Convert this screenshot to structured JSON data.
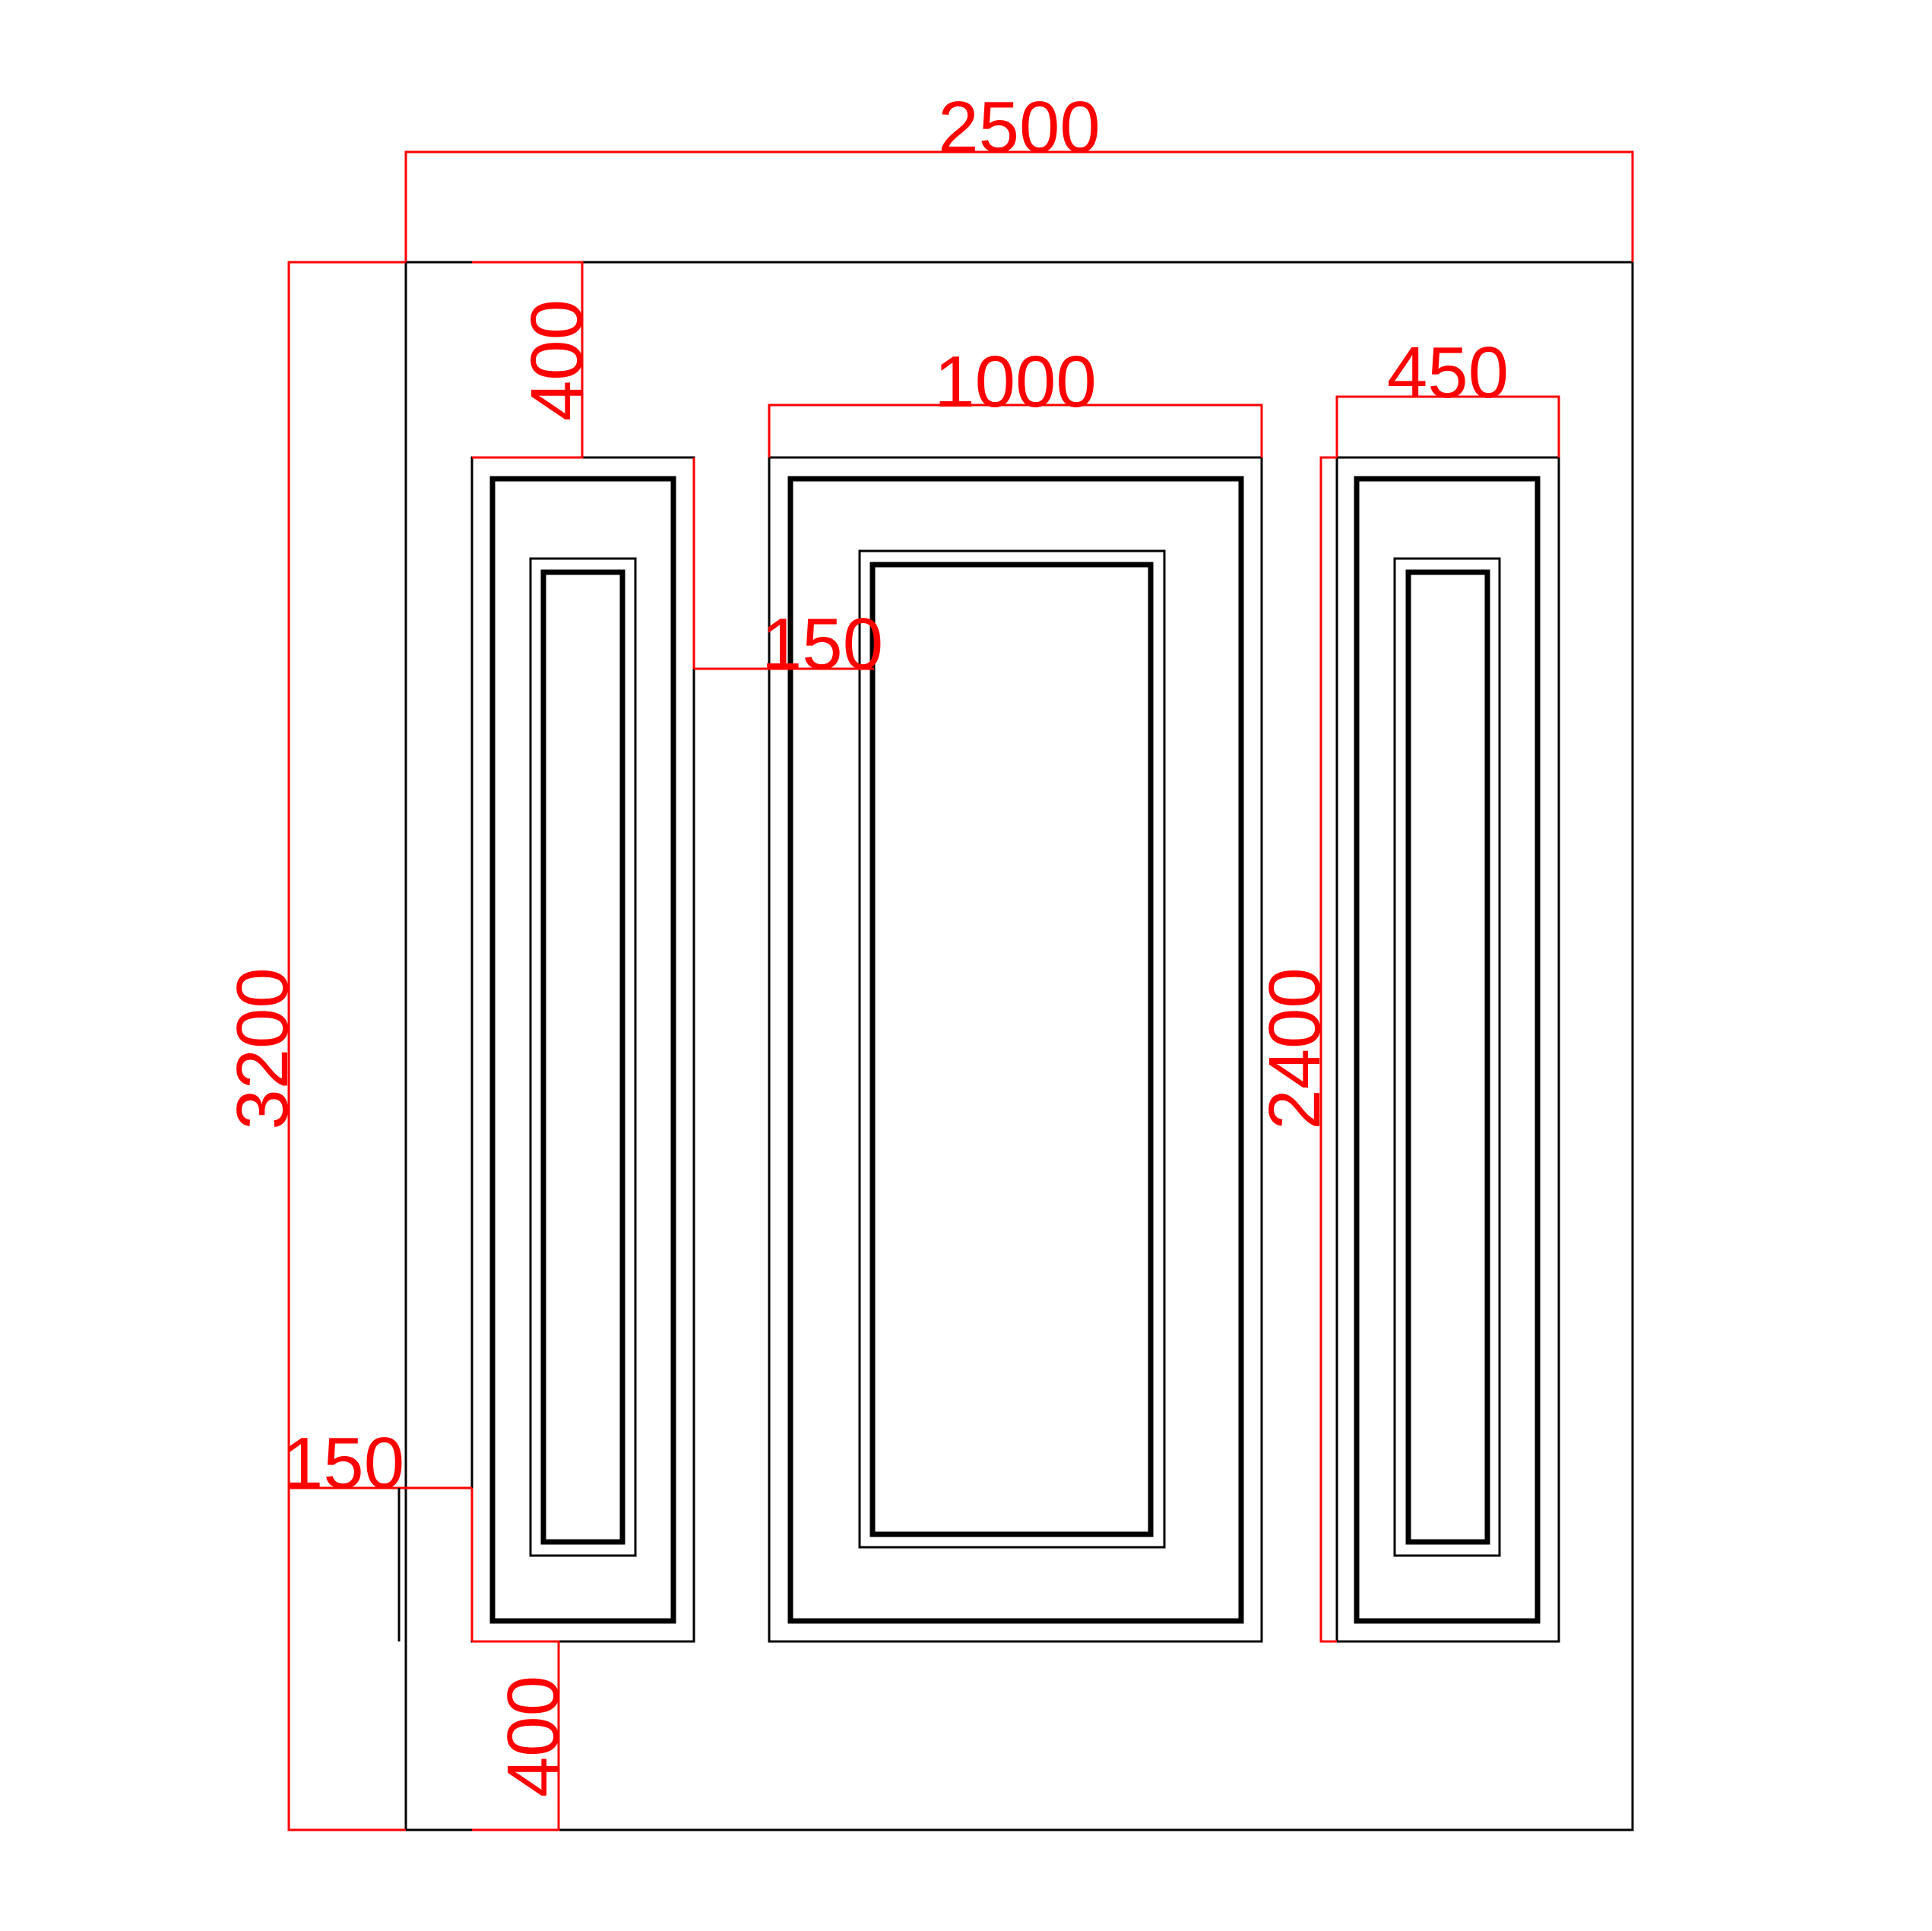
{
  "drawing": {
    "line_color": "#000000",
    "dimension_color": "#ff0000",
    "panels": [
      {
        "name": "left-panel"
      },
      {
        "name": "center-panel"
      },
      {
        "name": "right-panel"
      }
    ],
    "dimensions": {
      "overall_width": "2500",
      "overall_height": "3200",
      "top_margin": "400",
      "bottom_margin": "400",
      "center_panel_width": "1000",
      "side_panel_width": "450",
      "panel_gap": "150",
      "side_margin": "150",
      "panel_height": "2400"
    }
  }
}
